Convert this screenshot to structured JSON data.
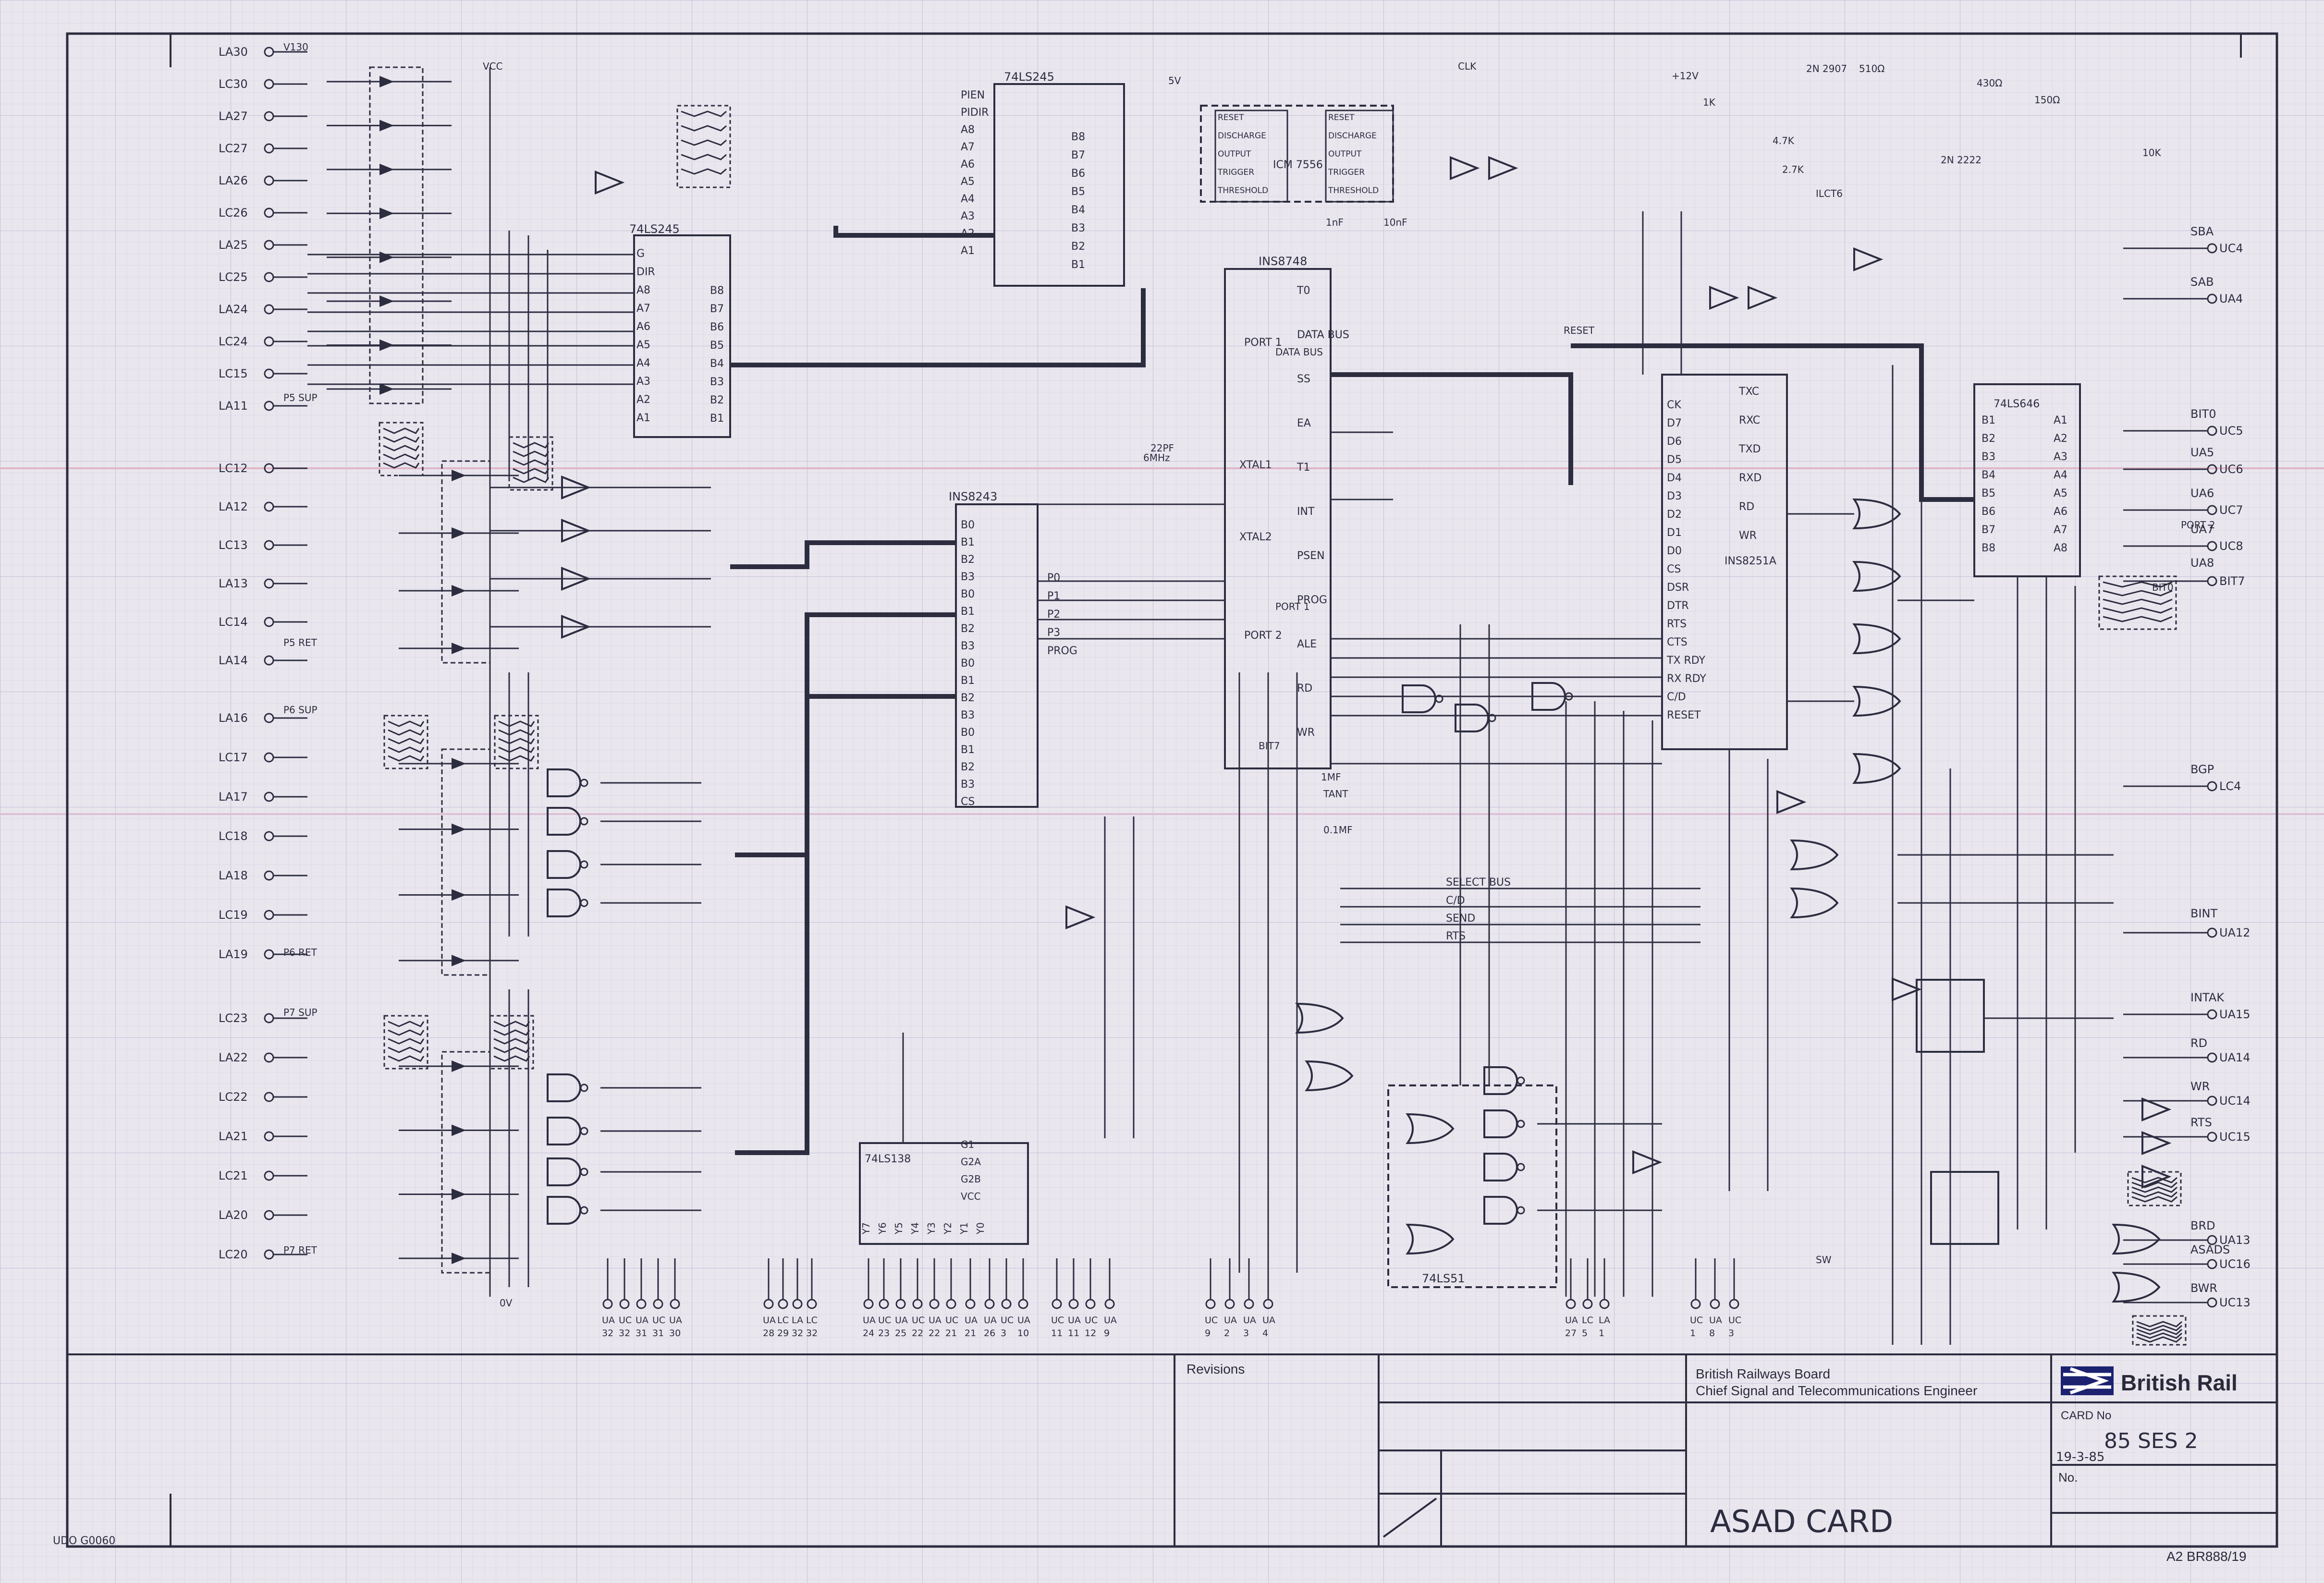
{
  "drawing": {
    "left_margin_code": "UDO G0060",
    "sheet_ref": "A2 BR888/19"
  },
  "title_block": {
    "revisions_label": "Revisions",
    "org_line1": "British Railways Board",
    "org_line2": "Chief Signal and Telecommunications Engineer",
    "brand": "British Rail",
    "card_no_label": "CARD No",
    "card_no_value": "85 SES 2",
    "date": "19-3-85",
    "no_label": "No.",
    "title": "ASAD CARD"
  },
  "chips": [
    {
      "id": "u1",
      "part": "74LS245",
      "pins": [
        "G",
        "DIR",
        "A8",
        "A7",
        "A6",
        "A5",
        "A4",
        "A3",
        "A2",
        "A1"
      ],
      "pins_r": [
        "B8",
        "B7",
        "B6",
        "B5",
        "B4",
        "B3",
        "B2",
        "B1"
      ]
    },
    {
      "id": "u2",
      "part": "74LS245",
      "pins": [
        "PIEN",
        "PIDIR",
        "A8",
        "A7",
        "A6",
        "A5",
        "A4",
        "A3",
        "A2",
        "A1"
      ],
      "pins_r": [
        "B8",
        "B7",
        "B6",
        "B5",
        "B4",
        "B3",
        "B2",
        "B1"
      ]
    },
    {
      "id": "u3",
      "part": "ICM 7556",
      "pins": [
        "RESET",
        "DISCHARGE",
        "OUTPUT",
        "TRIGGER",
        "THRESHOLD"
      ],
      "pins_r": [
        "RESET",
        "DISCHARGE",
        "OUTPUT",
        "TRIGGER",
        "THRESHOLD"
      ]
    },
    {
      "id": "u4",
      "part": "INS8748",
      "pins": [
        "PORT 1",
        "XTAL1",
        "XTAL2",
        "PORT 2"
      ],
      "pins_r": [
        "T0",
        "DATA BUS",
        "SS",
        "EA",
        "T1",
        "INT",
        "PSEN",
        "PROG",
        "ALE",
        "RD",
        "WR"
      ]
    },
    {
      "id": "u5",
      "part": "INS8243",
      "pins": [
        "B0",
        "B1",
        "B2",
        "B3",
        "B0",
        "B1",
        "B2",
        "B3",
        "B0",
        "B1",
        "B2",
        "B3",
        "B0",
        "B1",
        "B2",
        "B3",
        "CS"
      ],
      "pins_r": [
        "P0",
        "P1",
        "P2",
        "P3",
        "PROG"
      ]
    },
    {
      "id": "u6",
      "part": "INS8251A",
      "pins": [
        "CK",
        "D7",
        "D6",
        "D5",
        "D4",
        "D3",
        "D2",
        "D1",
        "D0",
        "CS",
        "DSR",
        "DTR",
        "RTS",
        "CTS",
        "TX RDY",
        "RX RDY",
        "C/D",
        "RESET"
      ],
      "pins_r": [
        "TXC",
        "RXC",
        "TXD",
        "RXD",
        "RD",
        "WR"
      ]
    },
    {
      "id": "u7",
      "part": "74LS646",
      "pins": [
        "B1",
        "B2",
        "B3",
        "B4",
        "B5",
        "B6",
        "B7",
        "B8"
      ],
      "pins_r": [
        "A1",
        "A2",
        "A3",
        "A4",
        "A5",
        "A6",
        "A7",
        "A8"
      ]
    },
    {
      "id": "u8",
      "part": "74LS138",
      "pins": [
        "Y7",
        "Y6",
        "Y5",
        "Y4",
        "Y3",
        "Y2",
        "Y1",
        "Y0"
      ],
      "pins_r": [
        "G1",
        "G2A",
        "G2B",
        "VCC"
      ]
    },
    {
      "id": "u9",
      "part": "74LS51",
      "pins": [],
      "pins_r": []
    }
  ],
  "labels": {
    "left_io": [
      "LA30",
      "LC30",
      "LA27",
      "LC27",
      "LA26",
      "LC26",
      "LA25",
      "LC25",
      "LA24",
      "LC24",
      "LC15",
      "LA11",
      "LC12",
      "LA12",
      "LC13",
      "LA13",
      "LC14",
      "LA14",
      "LA16",
      "LC17",
      "LA17",
      "LC18",
      "LA18",
      "LC19",
      "LA19",
      "LC23",
      "LA22",
      "LC22",
      "LA21",
      "LC21",
      "LA20",
      "LC20"
    ],
    "left_supplies": [
      "V130",
      "P5 SUP",
      "P5 RET",
      "P6 SUP",
      "P6 RET",
      "P7 SUP",
      "P7 RET"
    ],
    "right_io": [
      "SBA",
      "UC4",
      "SAB",
      "UA4",
      "BIT0",
      "UC5",
      "UA5",
      "UC6",
      "UA6",
      "UC7",
      "UA7",
      "UC8",
      "UA8",
      "BIT7",
      "BGP",
      "LC4",
      "BINT",
      "UA12",
      "INTAK",
      "UA15",
      "RD",
      "UA14",
      "WR",
      "UC14",
      "RTS",
      "UC15",
      "BRD",
      "UA13",
      "ASADS",
      "UC16",
      "BWR",
      "UC13"
    ],
    "bus_names": [
      "SELECT BUS",
      "C/D",
      "SEND",
      "RTS"
    ],
    "bottom_pins": [
      "UA 32",
      "UC 32",
      "UA 31",
      "UC 31",
      "UA 30",
      "UA 28",
      "LC 29",
      "LA 32",
      "LC 32",
      "UA 24",
      "UC 23",
      "UA 25",
      "UC 22",
      "UA 22",
      "UC 21",
      "UA 21",
      "UA 26",
      "UC 3",
      "UA 10",
      "UC 11",
      "UA 11",
      "UC 12",
      "UA 9",
      "UC 9",
      "UA 2",
      "UA 3",
      "UA 4",
      "UA 27",
      "LC 5",
      "LA 1",
      "UC 1",
      "UA 8",
      "UC 3"
    ],
    "misc": [
      "VCC",
      "0V",
      "5V",
      "+12V",
      "2N 2907",
      "2N 2222",
      "510Ω",
      "430Ω",
      "150Ω",
      "1K",
      "10K",
      "4.7K",
      "2.7K",
      "6MHz",
      "22PF",
      "1nF",
      "10nF",
      "TANT",
      "1MF",
      "0.1MF",
      "ILCT6",
      "DATA BUS",
      "PORT 1",
      "PORT 2",
      "BIT0",
      "BIT7",
      "RESET",
      "CLK",
      "SW"
    ]
  },
  "colors": {
    "paper": "#e9e6ee",
    "ink": "#2d2d40",
    "grid": "#cfcbe0",
    "grid_major": "#c9b8d6"
  }
}
